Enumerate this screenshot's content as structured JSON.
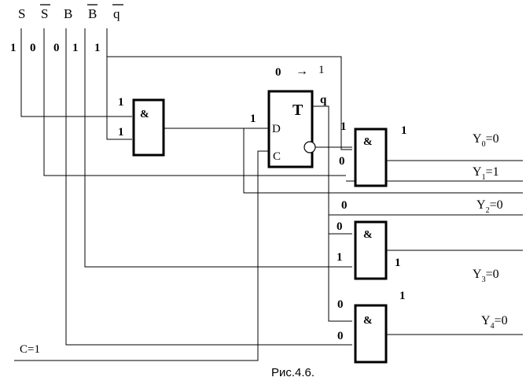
{
  "inputs": {
    "s": "S",
    "s_bar": "S",
    "b": "B",
    "b_bar": "B",
    "q_bar": "q"
  },
  "input_values": {
    "s": "1",
    "s_bar": "0",
    "b": "0",
    "b_bar": "1",
    "q_bar": "1"
  },
  "transition": {
    "from": "0",
    "arrow": "→",
    "to": "1"
  },
  "gates": {
    "and_symbol": "&",
    "and1_in_top": "1",
    "and1_in_bottom": "1"
  },
  "trigger": {
    "name": "T",
    "pin_d": "D",
    "pin_c": "C",
    "pin_q": "q",
    "d_value": "1"
  },
  "gate_values": {
    "g0_top": "1",
    "g0_bottom": "0",
    "g0_out": "1",
    "y2_line": "0",
    "g3_top": "0",
    "g3_bottom": "1",
    "g3_out": "1",
    "g4_top": "0",
    "g4_bottom": "0",
    "g4_out": "1"
  },
  "outputs": {
    "y0": {
      "name": "Y",
      "sub": "0",
      "val": "=0"
    },
    "y1": {
      "name": "Y",
      "sub": "1",
      "val": "=1"
    },
    "y2": {
      "name": "Y",
      "sub": "2",
      "val": "=0"
    },
    "y3": {
      "name": "Y",
      "sub": "3",
      "val": "=0"
    },
    "y4": {
      "name": "Y",
      "sub": "4",
      "val": "=0"
    }
  },
  "clock": "C=1",
  "caption": "Рис.4.6."
}
